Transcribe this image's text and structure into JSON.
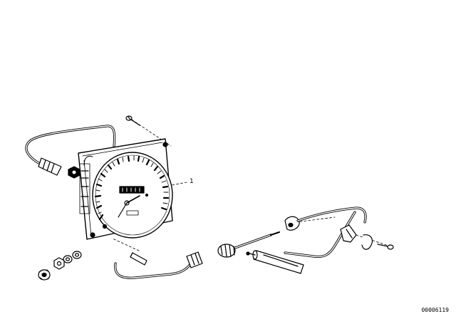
{
  "diagram": {
    "callouts": [
      {
        "label": "1"
      }
    ],
    "diagram_id": "00006119",
    "parts": [
      "speedometer-cluster",
      "drive-cable-left",
      "drive-cable-right",
      "screw",
      "hex-nut",
      "washer",
      "knurled-nut",
      "retaining-clip",
      "pin"
    ],
    "colors": {
      "ink": "#000000",
      "background": "#ffffff"
    }
  }
}
